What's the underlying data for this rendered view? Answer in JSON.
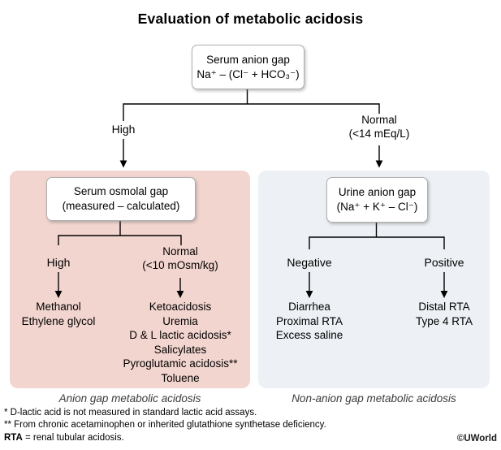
{
  "title": "Evaluation of metabolic acidosis",
  "colors": {
    "anion_gap_panel_bg": "#f3d5cf",
    "non_anion_gap_panel_bg": "#edf1f5",
    "line_color": "#000000",
    "box_bg": "#ffffff",
    "box_border": "#b0b0b0"
  },
  "root_box": {
    "line1": "Serum anion gap",
    "line2": "Na⁺ – (Cl⁻ + HCO₃⁻)"
  },
  "branches": {
    "high_label": "High",
    "normal_label": "Normal",
    "normal_sub": "(<14 mEq/L)"
  },
  "left_panel": {
    "box": {
      "line1": "Serum osmolal gap",
      "line2": "(measured – calculated)"
    },
    "high_label": "High",
    "normal_label": "Normal",
    "normal_sub": "(<10 mOsm/kg)",
    "high_list": [
      "Methanol",
      "Ethylene glycol"
    ],
    "normal_list": [
      "Ketoacidosis",
      "Uremia",
      "D & L lactic acidosis*",
      "Salicylates",
      "Pyroglutamic acidosis**",
      "Toluene"
    ],
    "caption": "Anion gap metabolic acidosis"
  },
  "right_panel": {
    "box": {
      "line1": "Urine anion gap",
      "line2": "(Na⁺ + K⁺ – Cl⁻)"
    },
    "negative_label": "Negative",
    "positive_label": "Positive",
    "negative_list": [
      "Diarrhea",
      "Proximal RTA",
      "Excess saline"
    ],
    "positive_list": [
      "Distal RTA",
      "Type 4 RTA"
    ],
    "caption": "Non-anion gap metabolic acidosis"
  },
  "footnotes": {
    "line1": "* D-lactic acid is not measured in standard lactic acid assays.",
    "line2": "** From chronic acetaminophen or inherited glutathione synthetase deficiency.",
    "rta_term": "RTA",
    "rta_rest": " = renal tubular acidosis."
  },
  "credit": "©UWorld"
}
